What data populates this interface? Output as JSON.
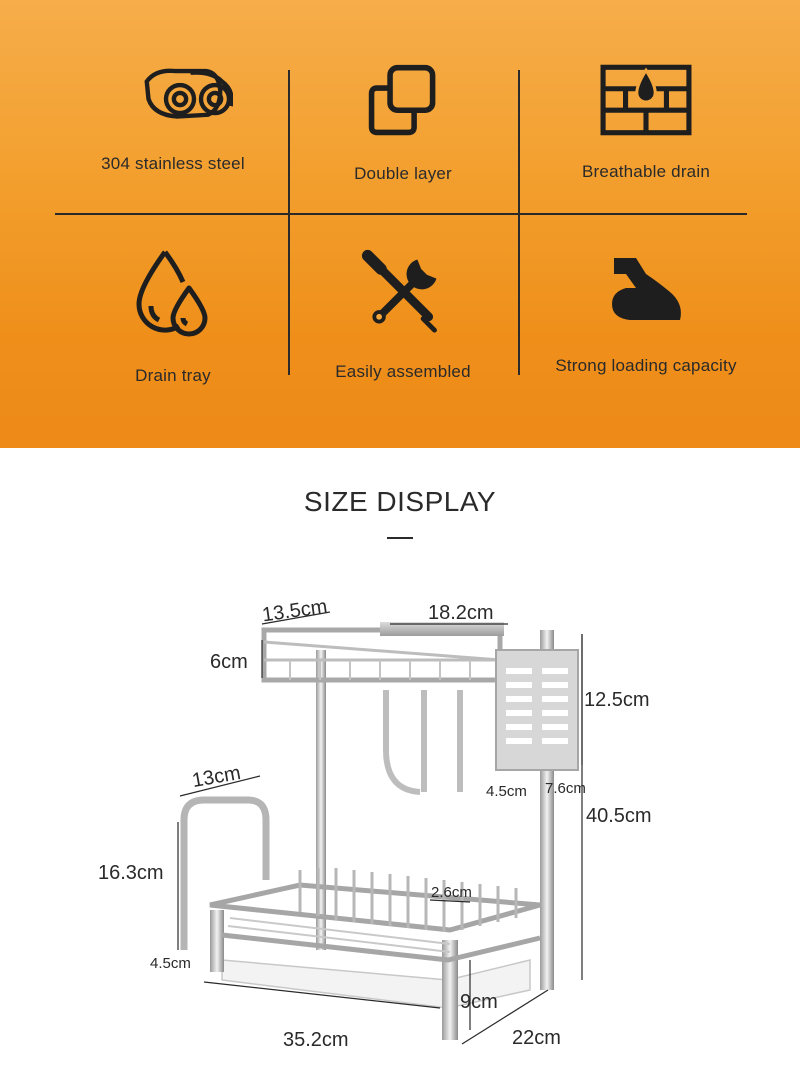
{
  "features": [
    {
      "label": "304 stainless steel",
      "icon": "steel-rolls-icon"
    },
    {
      "label": "Double layer",
      "icon": "double-layer-icon"
    },
    {
      "label": "Breathable drain",
      "icon": "breathable-drain-icon"
    },
    {
      "label": "Drain tray",
      "icon": "water-drops-icon"
    },
    {
      "label": "Easily assembled",
      "icon": "wrench-screwdriver-icon"
    },
    {
      "label": "Strong loading capacity",
      "icon": "arm-strength-icon"
    }
  ],
  "size_section": {
    "title": "SIZE DISPLAY",
    "dimensions": {
      "top_shelf_depth": "13.5cm",
      "top_shelf_width": "18.2cm",
      "top_shelf_height": "6cm",
      "holder_height": "12.5cm",
      "holder_base_a": "4.5cm",
      "holder_base_b": "7.6cm",
      "total_height": "40.5cm",
      "board_rack_width": "13cm",
      "board_rack_height": "16.3cm",
      "board_rack_base": "4.5cm",
      "slot_gap": "2.6cm",
      "tray_height": "9cm",
      "total_width": "35.2cm",
      "total_depth": "22cm"
    }
  },
  "colors": {
    "banner_top": "#f6ad4a",
    "banner_bottom": "#ee8a18",
    "ink": "#2a2a2a"
  }
}
